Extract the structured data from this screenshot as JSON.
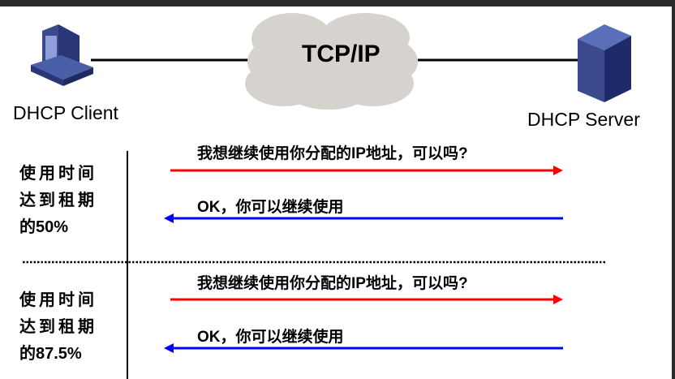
{
  "network": {
    "cloud_label": "TCP/IP",
    "client_label": "DHCP Client",
    "server_label": "DHCP Server"
  },
  "phases": [
    {
      "line1": "使用时间",
      "line2": "达到租期",
      "line3": "的50%",
      "request": "我想继续使用你分配的IP地址，可以吗?",
      "reply": "OK，你可以继续使用"
    },
    {
      "line1": "使用时间",
      "line2": "达到租期",
      "line3": "的87.5%",
      "request": "我想继续使用你分配的IP地址，可以吗?",
      "reply": "OK，你可以继续使用"
    }
  ],
  "colors": {
    "request": "#ff0000",
    "reply": "#0000ff",
    "device": "#3a4a8c",
    "cloud": "#d6d3cf"
  }
}
